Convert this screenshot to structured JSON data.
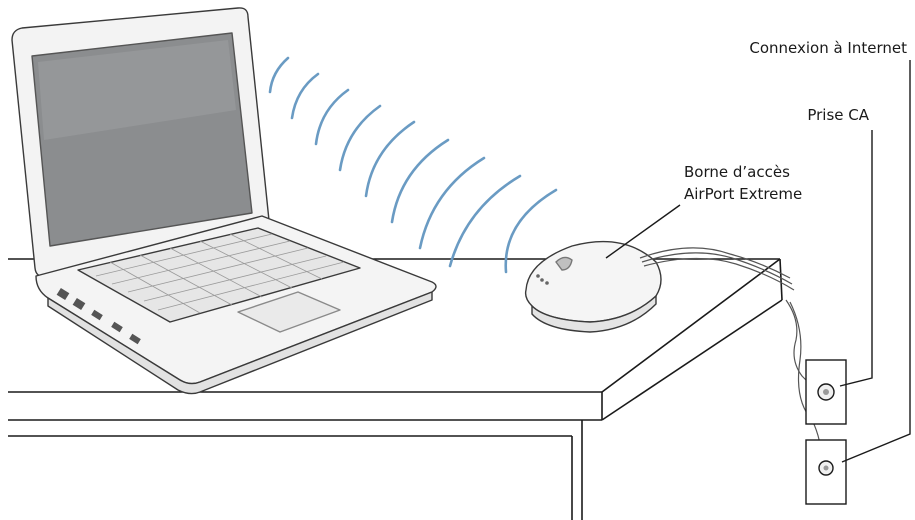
{
  "labels": {
    "internet": "Connexion à Internet",
    "prise_ca": "Prise CA",
    "borne_line1": "Borne d’accès",
    "borne_line2": "AirPort Extreme"
  },
  "icons": [
    "laptop-icon",
    "wifi-waves-icon",
    "base-station-icon",
    "wall-outlet-icon",
    "ethernet-jack-icon"
  ],
  "colors": {
    "line": "#1a1a1a",
    "wifi_wave": "#6a9bc3",
    "laptop_screen": "#8a8c8e",
    "device_body": "#f1f1f1"
  }
}
